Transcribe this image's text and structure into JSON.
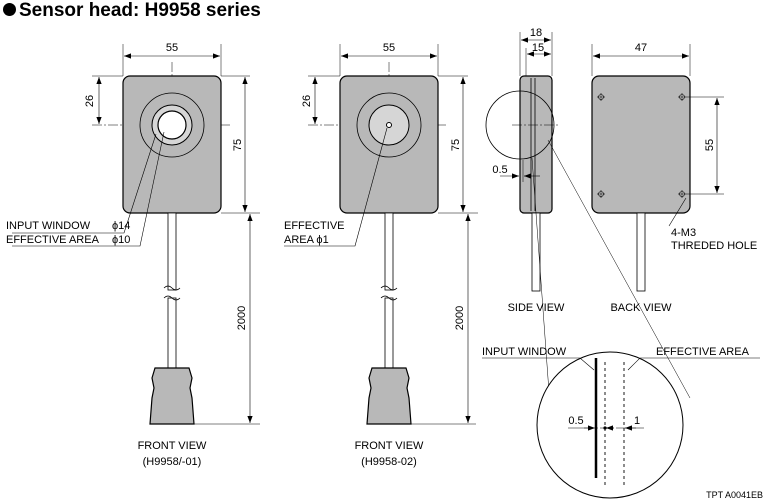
{
  "title": "Sensor head: H9958 series",
  "front_left": {
    "dim_width": "55",
    "dim_window_offset": "26",
    "dim_height": "75",
    "dim_cable": "2000",
    "callout_line1": "INPUT WINDOW",
    "callout_value1": "ϕ14",
    "callout_line2": "EFFECTIVE AREA",
    "callout_value2": "ϕ10",
    "view_label": "FRONT VIEW",
    "model": "(H9958/-01)"
  },
  "front_right": {
    "dim_width": "55",
    "dim_window_offset": "26",
    "dim_height": "75",
    "dim_cable": "2000",
    "callout_line1": "EFFECTIVE",
    "callout_line2": "AREA ϕ1",
    "view_label": "FRONT VIEW",
    "model": "(H9958-02)"
  },
  "side_view": {
    "dim_total": "18",
    "dim_body": "15",
    "dim_recess": "0.5",
    "view_label": "SIDE VIEW"
  },
  "back_view": {
    "dim_width": "47",
    "dim_hole_pitch": "55",
    "callout_line1": "4-M3",
    "callout_line2": "THREDED HOLE",
    "view_label": "BACK VIEW"
  },
  "detail": {
    "label_window": "INPUT WINDOW",
    "label_area": "EFFECTIVE AREA",
    "dim_left": "0.5",
    "dim_right": "1"
  },
  "footer_code": "TPT A0041EB"
}
